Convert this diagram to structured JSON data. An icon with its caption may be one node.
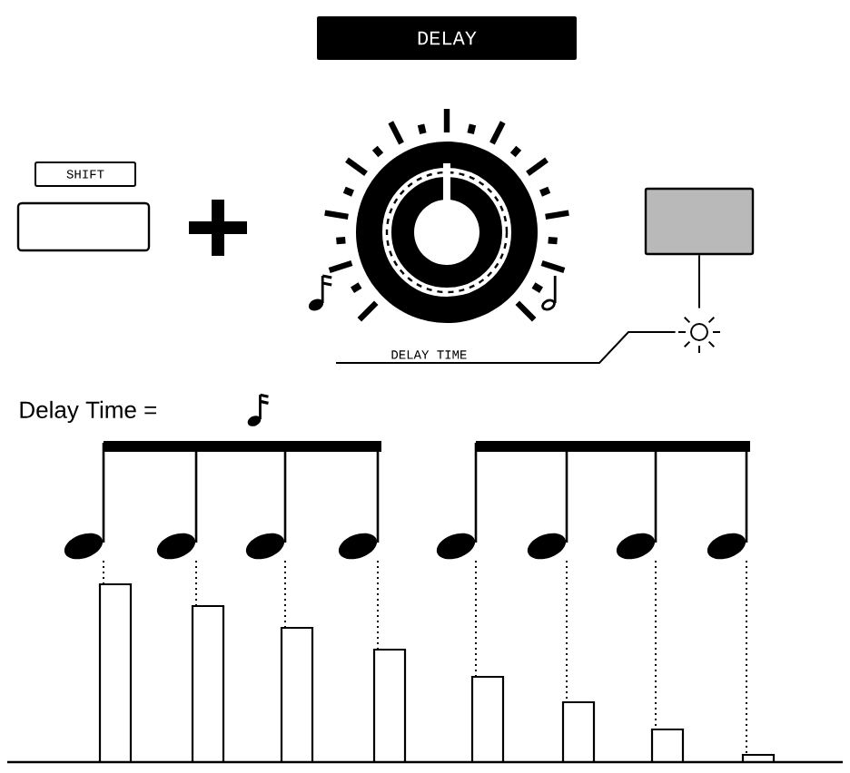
{
  "diagram": {
    "title": "DELAY",
    "nodes": [
      {
        "text": [
          "SHIFT"
        ]
      },
      {
        "text": [
          "DELAY TIME"
        ]
      },
      {
        "text": [],
        "shape": "box"
      },
      {
        "text": [],
        "shape": "circle"
      }
    ],
    "edges": [
      {
        "from": 2,
        "to": 3,
        "arrow": "none"
      },
      {
        "from": 1,
        "to": 3,
        "arrow": "none"
      }
    ],
    "labels": [
      "Delay Time ="
    ]
  }
}
